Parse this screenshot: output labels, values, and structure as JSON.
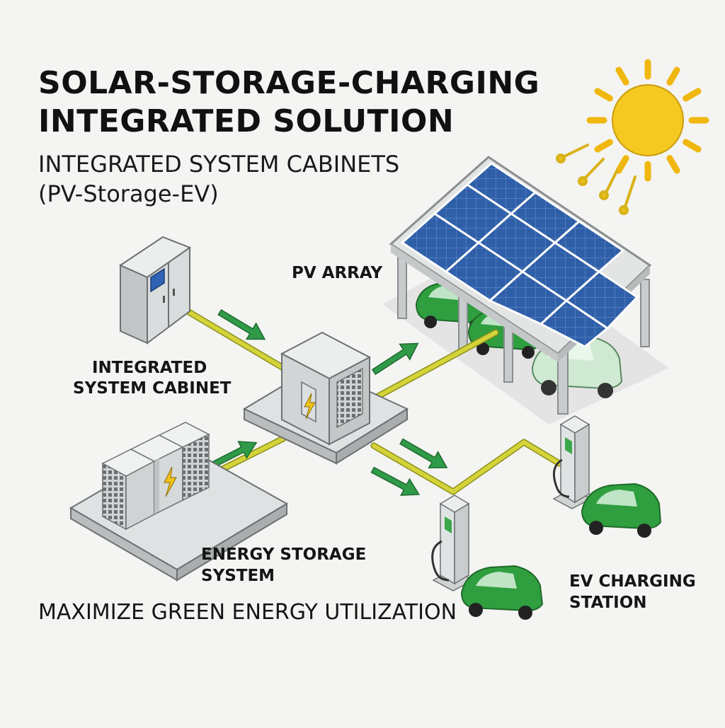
{
  "title": {
    "line1": "SOLAR-STORAGE-CHARGING",
    "line2": "INTEGRATED SOLUTION"
  },
  "subtitle": {
    "line1": "INTEGRATED SYSTEM CABINETS",
    "line2": "(PV-Storage-EV)"
  },
  "labels": {
    "pv_array": "PV ARRAY",
    "cabinet_line1": "INTEGRATED",
    "cabinet_line2": "SYSTEM CABINET",
    "storage_line1": "ENERGY STORAGE",
    "storage_line2": "SYSTEM",
    "ev_line1": "EV CHARGING",
    "ev_line2": "STATION"
  },
  "tagline": "MAXIMIZE GREEN ENERGY UTILIZATION",
  "colors": {
    "background": "#f4f4f2",
    "power_line": "#d4d43a",
    "arrow": "#2f9a48",
    "car": "#2f9e3f",
    "solar_panel": "#2f5fa8",
    "sun": "#f6c921",
    "cabinet": "#d9dcdc"
  },
  "icons": [
    "sun-icon",
    "lightning-icon"
  ]
}
